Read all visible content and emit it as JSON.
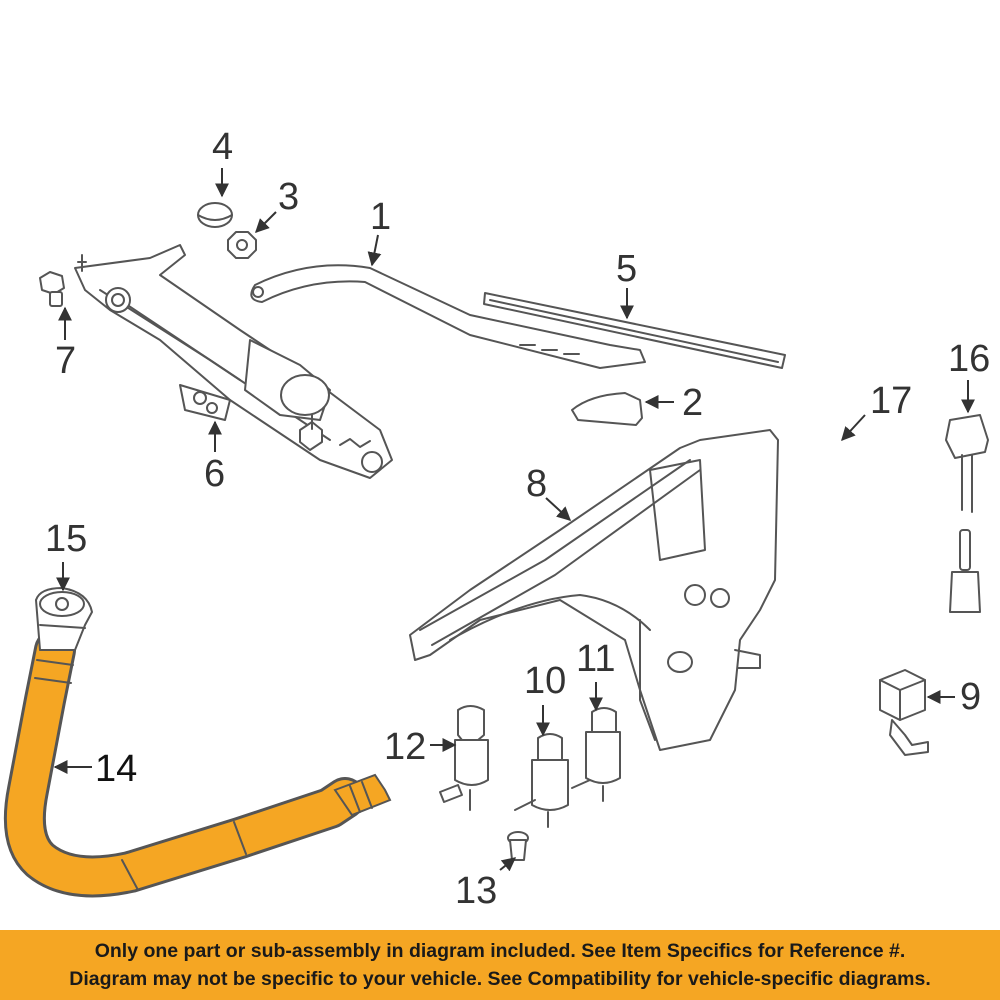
{
  "callouts": [
    {
      "num": "1"
    },
    {
      "num": "2"
    },
    {
      "num": "3"
    },
    {
      "num": "4"
    },
    {
      "num": "5"
    },
    {
      "num": "6"
    },
    {
      "num": "7"
    },
    {
      "num": "8"
    },
    {
      "num": "9"
    },
    {
      "num": "10"
    },
    {
      "num": "11"
    },
    {
      "num": "12"
    },
    {
      "num": "13"
    },
    {
      "num": "14"
    },
    {
      "num": "15"
    },
    {
      "num": "16"
    },
    {
      "num": "17"
    }
  ],
  "banner": {
    "line1": "Only one part or sub-assembly in diagram included. See Item Specifics for Reference #.",
    "line2": "Diagram may not be specific to your vehicle. See Compatibility for vehicle-specific diagrams."
  },
  "colors": {
    "highlight": "#f5a623",
    "line": "#555555",
    "banner_bg": "#f5a623"
  }
}
